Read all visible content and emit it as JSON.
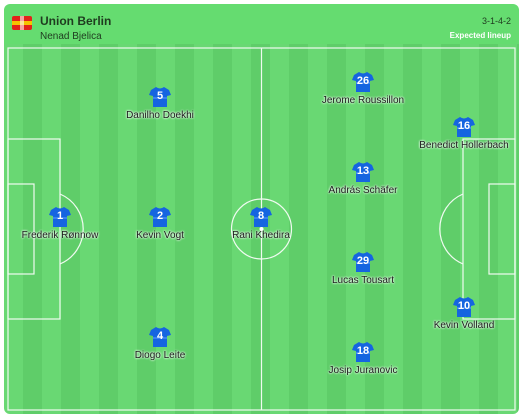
{
  "header": {
    "team": "Union Berlin",
    "coach": "Nenad Bjelica",
    "formation": "3-1-4-2",
    "status": "Expected lineup"
  },
  "colors": {
    "header_bg": "#65dc70",
    "pitch_stripe_light": "#69d873",
    "pitch_stripe_dark": "#5fcd69",
    "shirt_blue": "#1565e0",
    "logo_red": "#e32219",
    "logo_yellow": "#f5c400"
  },
  "players": [
    {
      "number": "1",
      "name": "Frederik Rønnow"
    },
    {
      "number": "5",
      "name": "Danilho Doekhi"
    },
    {
      "number": "2",
      "name": "Kevin Vogt"
    },
    {
      "number": "4",
      "name": "Diogo Leite"
    },
    {
      "number": "8",
      "name": "Rani Khedira"
    },
    {
      "number": "26",
      "name": "Jerome Roussillon"
    },
    {
      "number": "13",
      "name": "András Schäfer"
    },
    {
      "number": "29",
      "name": "Lucas Tousart"
    },
    {
      "number": "18",
      "name": "Josip Juranovic"
    },
    {
      "number": "16",
      "name": "Benedict Hollerbach"
    },
    {
      "number": "10",
      "name": "Kevin Volland"
    }
  ]
}
